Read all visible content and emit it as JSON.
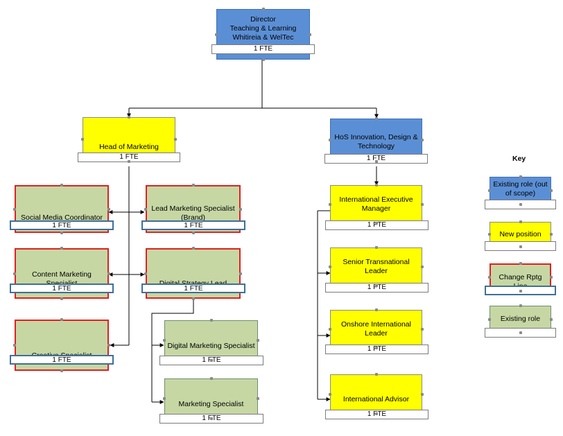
{
  "director": {
    "line1": "Director",
    "line2": "Teaching & Learning",
    "line3": "Whitireia & WelTec",
    "fte": "1 FTE"
  },
  "head_marketing": {
    "label": "Head of Marketing",
    "fte": "1 FTE"
  },
  "hos_innovation": {
    "label": "HoS Innovation, Design & Technology",
    "fte": "1 FTE"
  },
  "social_media": {
    "label": "Social Media Coordinator",
    "fte": "1 FTE"
  },
  "lead_marketing": {
    "label": "Lead Marketing Specialist (Brand)",
    "fte": "1 FTE"
  },
  "content_marketing": {
    "label": "Content Marketing Specialist",
    "fte": "1 FTE"
  },
  "digital_strategy": {
    "label": "Digital Strategy Lead",
    "fte": "1 FTE"
  },
  "creative": {
    "label": "Creative Specialist",
    "fte": "1 FTE"
  },
  "digital_marketing": {
    "label": "Digital Marketing Specialist",
    "fte": "1 FTE"
  },
  "marketing_specialist": {
    "label": "Marketing Specialist",
    "fte": "1 FTE"
  },
  "intl_exec": {
    "label": "International Executive Manager",
    "fte": "1 FTE"
  },
  "senior_trans": {
    "label": "Senior Transnational Leader",
    "fte": "1 FTE"
  },
  "onshore": {
    "label": "Onshore International Leader",
    "fte": "1 FTE"
  },
  "intl_advisor": {
    "label": "International Advisor",
    "fte": "1 FTE"
  },
  "key": {
    "title": "Key",
    "existing_out_of_scope": "Existing role (out of scope)",
    "new_position": "New position",
    "change_rptg_line": "Change Rptg Line",
    "existing_role": "Existing role"
  },
  "colors": {
    "blue": "#5b8fd5",
    "yellow": "#ffff00",
    "green": "#c6d7a4",
    "red": "#e02020"
  }
}
